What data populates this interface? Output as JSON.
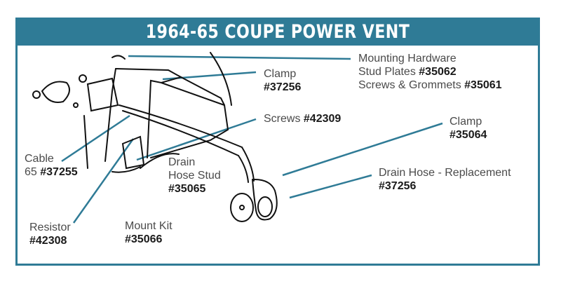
{
  "title": "1964-65 COUPE POWER VENT",
  "accent_color": "#2f7b96",
  "labels": {
    "mounting": {
      "line1": "Mounting Hardware",
      "stud_text": "Stud Plates",
      "stud_num": "#35062",
      "screws_text": "Screws & Grommets",
      "screws_num": "#35061"
    },
    "clamp_top": {
      "text": "Clamp",
      "num": "#37256"
    },
    "screws": {
      "text": "Screws",
      "num": "#42309"
    },
    "clamp_right": {
      "text": "Clamp",
      "num": "#35064"
    },
    "drain_hose": {
      "text": "Drain Hose - Replacement",
      "num": "#37256"
    },
    "drain_stud": {
      "line1": "Drain",
      "line2": "Hose Stud",
      "num": "#35065"
    },
    "cable": {
      "line1": "Cable",
      "line2_text": "65",
      "num": "#37255"
    },
    "resistor": {
      "text": "Resistor",
      "num": "#42308"
    },
    "mount_kit": {
      "text": "Mount Kit",
      "num": "#35066"
    }
  }
}
